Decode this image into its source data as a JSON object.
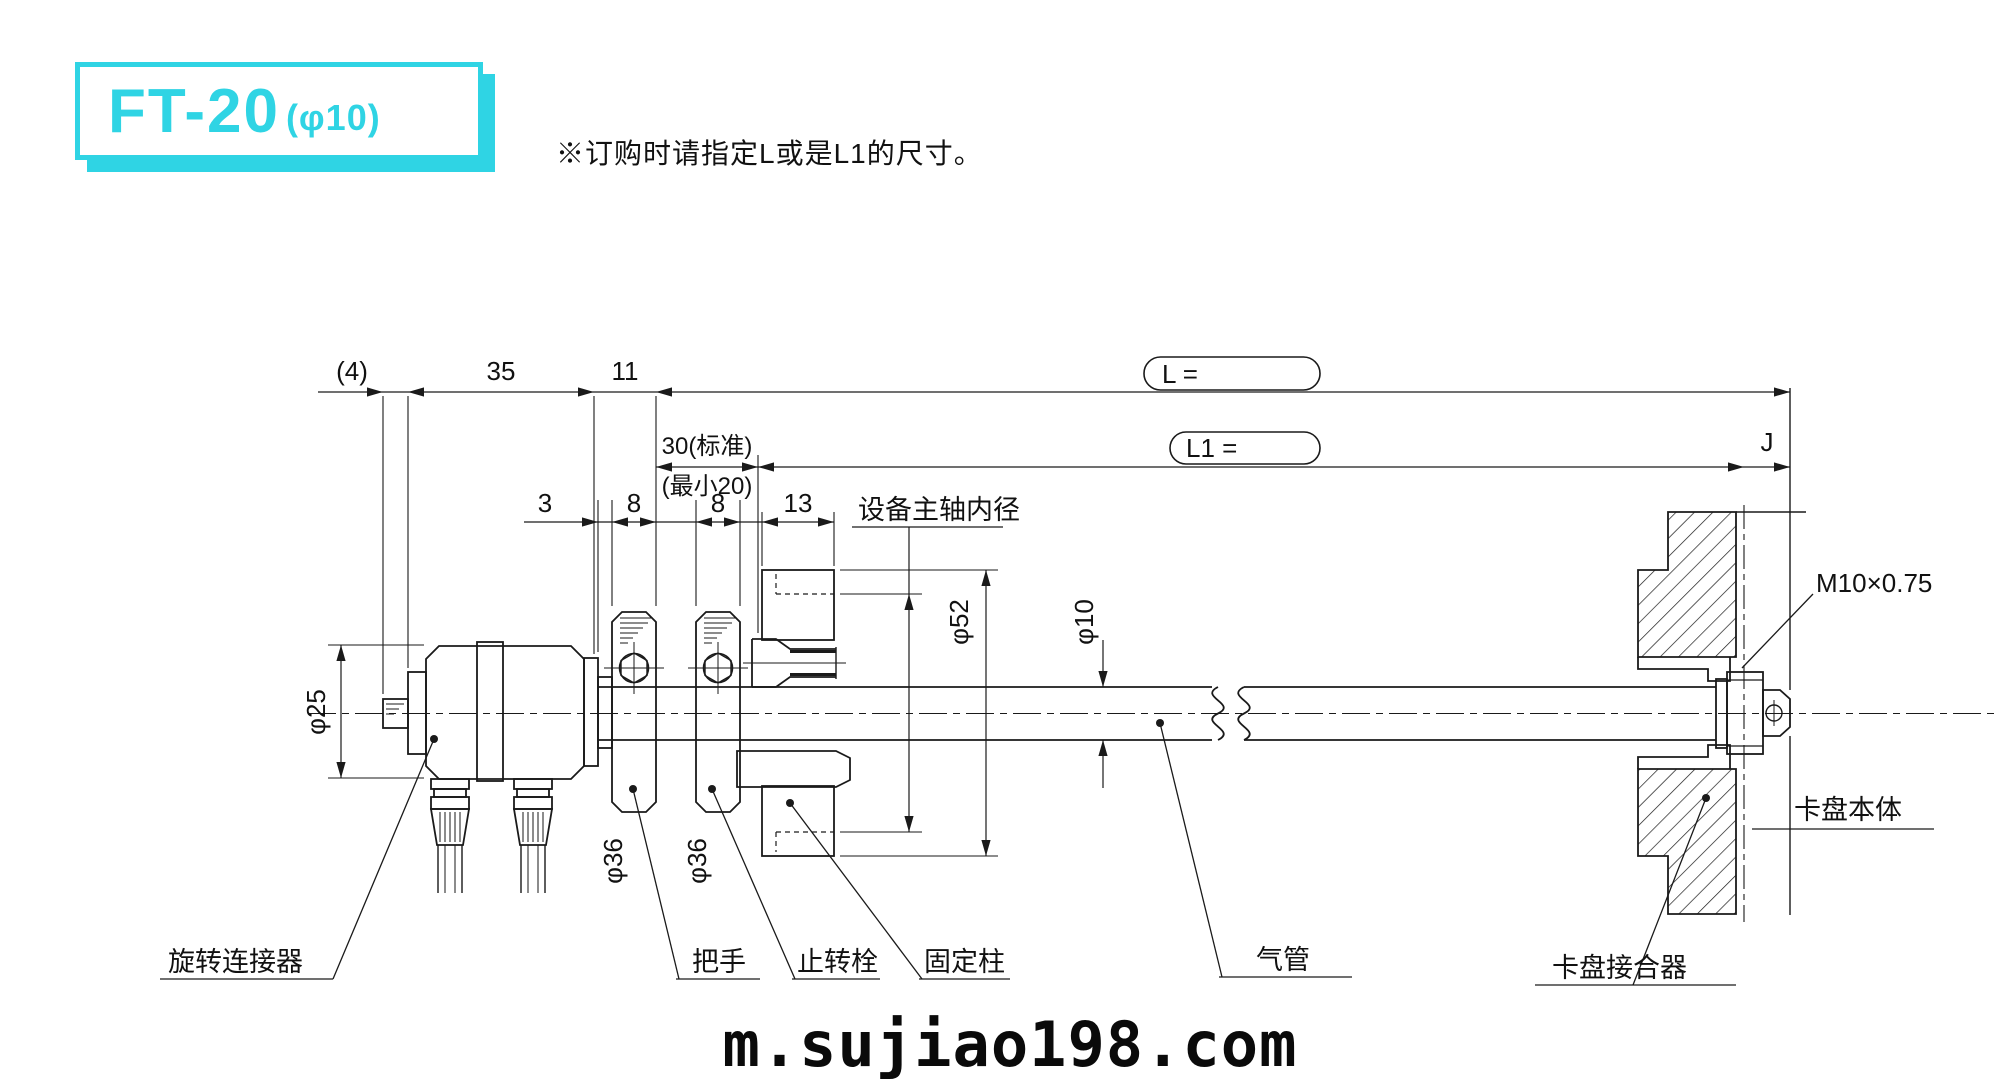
{
  "title": {
    "model": "FT-20",
    "size": "(φ10)"
  },
  "note": "※订购时请指定L或是L1的尺寸。",
  "watermark": "m.sujiao198.com",
  "dimensions": {
    "d4": "(4)",
    "d35": "35",
    "d11": "11",
    "d3": "3",
    "d8a": "8",
    "d8b": "8",
    "d13": "13",
    "d30": "30(标准)",
    "d20": "(最小20)",
    "L": "L =",
    "L1": "L1 =",
    "J": "J",
    "dia25": "φ25",
    "dia36a": "φ36",
    "dia36b": "φ36",
    "dia52": "φ52",
    "dia10": "φ10",
    "thread": "M10×0.75"
  },
  "part_labels": {
    "rotary_connector": "旋转连接器",
    "handle": "把手",
    "rotation_stop": "止转栓",
    "fixing_column": "固定柱",
    "spindle_bore": "设备主轴内径",
    "air_tube": "气管",
    "chuck_body": "卡盘本体",
    "chuck_adapter": "卡盘接合器"
  },
  "colors": {
    "accent": "#2fd4e4",
    "line": "#1a1a1a",
    "background": "#ffffff"
  }
}
